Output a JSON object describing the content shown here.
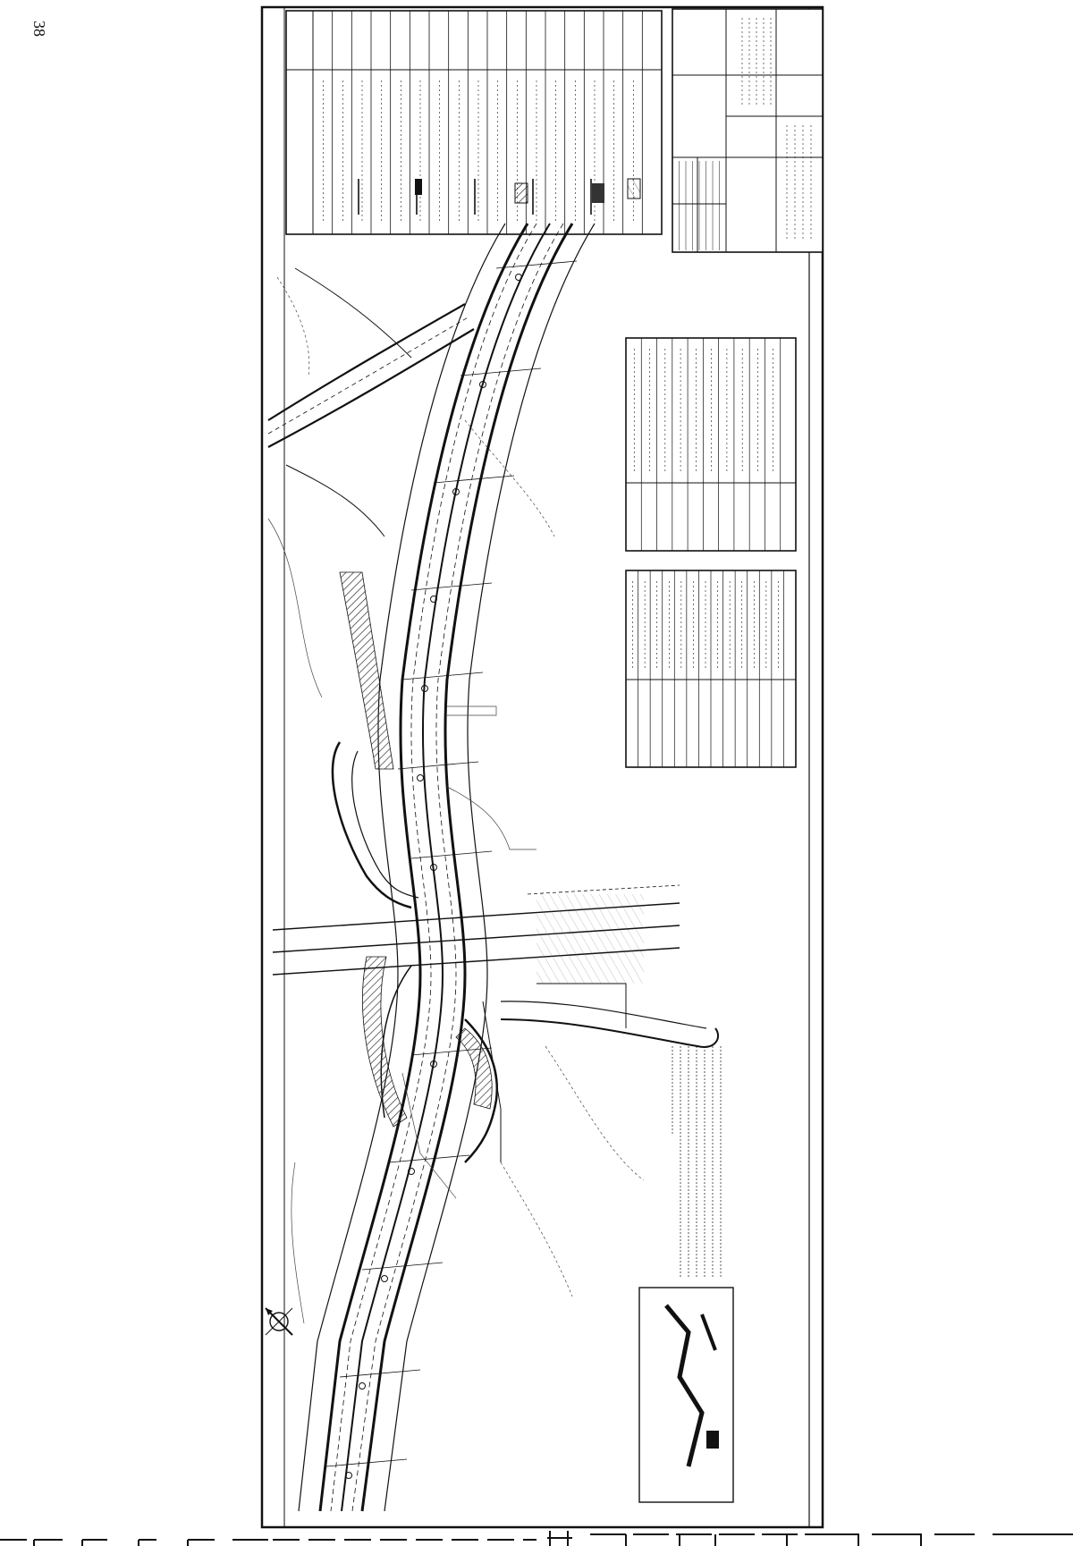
{
  "page": {
    "number": "38"
  },
  "drawing": {
    "orientation": "landscape-rotated",
    "legend_main": {
      "title": "",
      "rows": 18
    },
    "legend_engineering": {
      "title": "",
      "rows": 11
    },
    "legend_projected": {
      "title": "",
      "rows": 14
    },
    "title_block": {
      "code": "",
      "sheet": ""
    },
    "notes": {
      "lines": 7
    },
    "key_plan": {
      "title": ""
    },
    "icons": [
      "north-arrow-icon",
      "key-plan-icon"
    ]
  },
  "colors": {
    "ink": "#111111",
    "paper": "#ffffff",
    "hatch": "#555555"
  }
}
